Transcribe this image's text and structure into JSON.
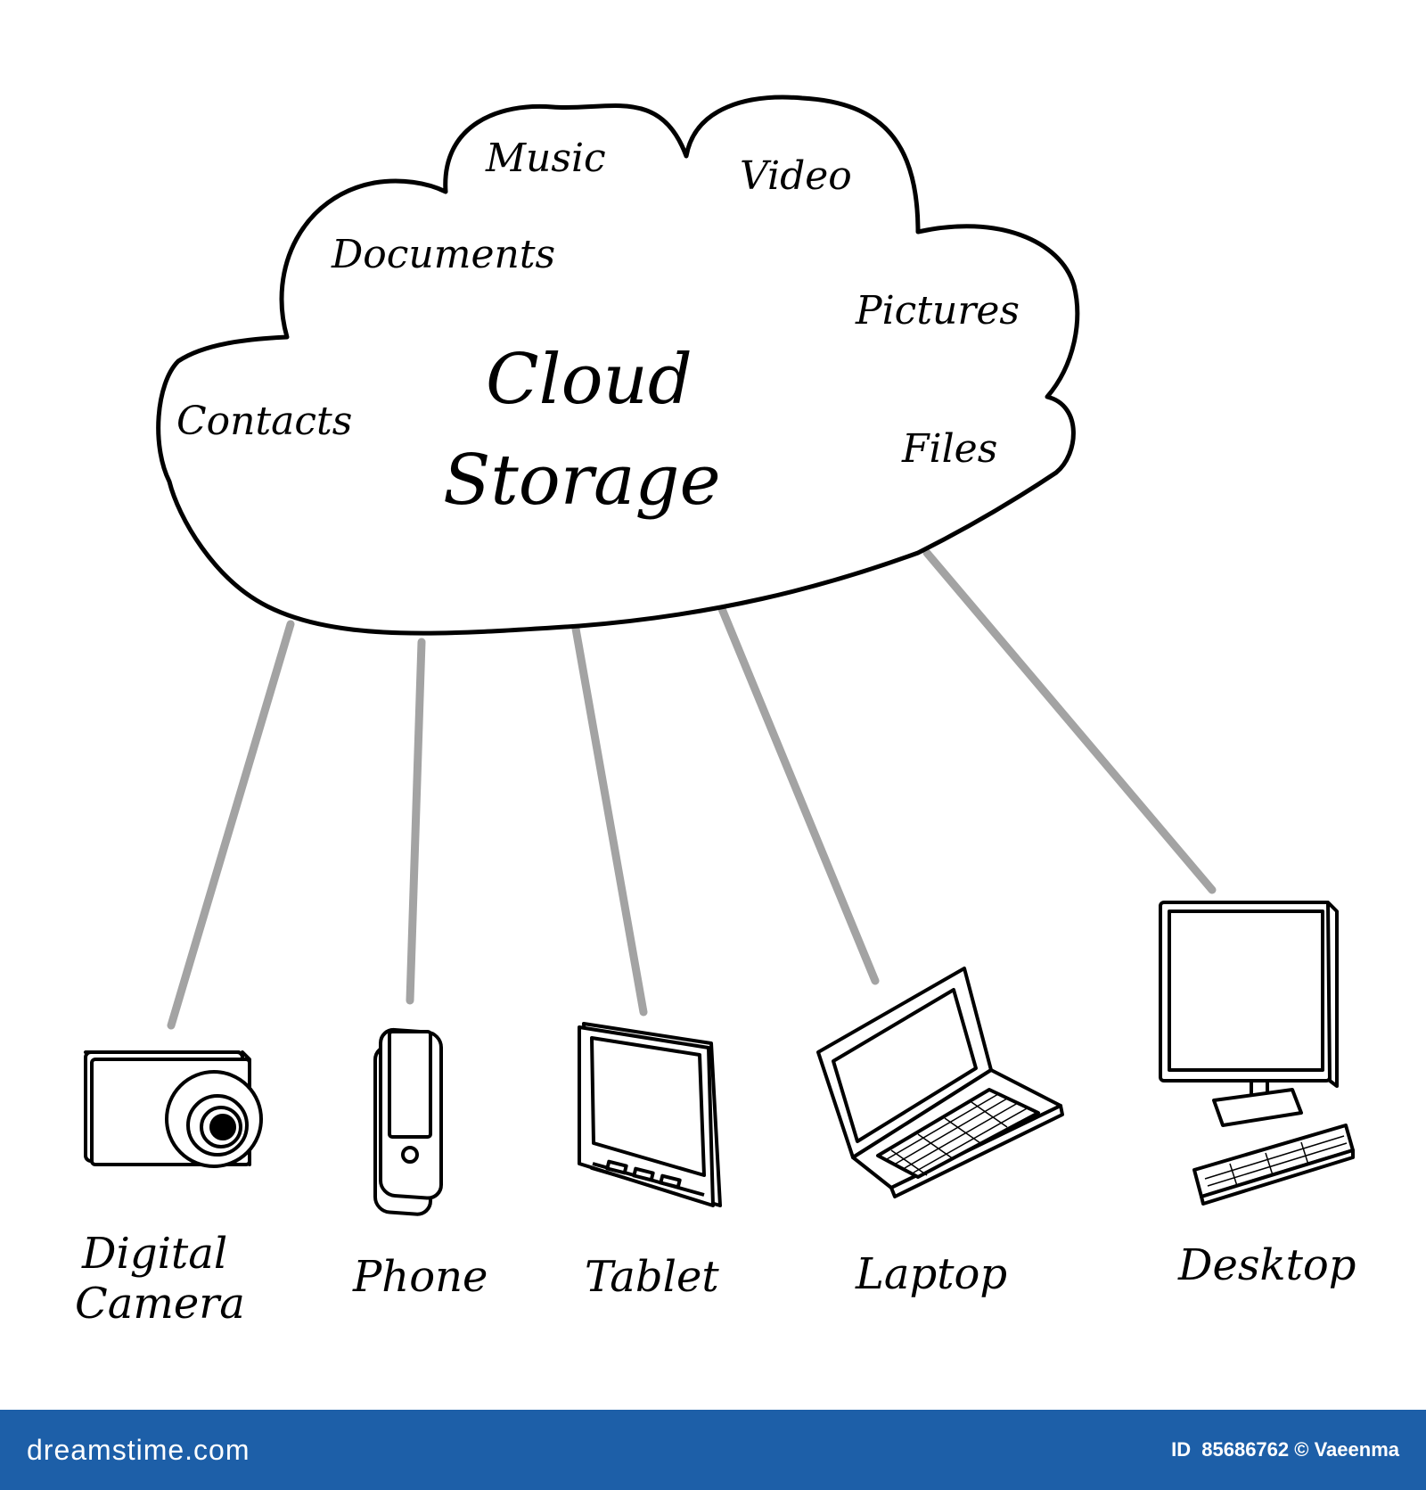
{
  "diagram": {
    "title_line1": "Cloud",
    "title_line2": "Storage",
    "contents": [
      {
        "label": "Music"
      },
      {
        "label": "Video"
      },
      {
        "label": "Documents"
      },
      {
        "label": "Pictures"
      },
      {
        "label": "Contacts"
      },
      {
        "label": "Files"
      }
    ],
    "devices": [
      {
        "label_line1": "Digital",
        "label_line2": "Camera",
        "icon": "camera-icon"
      },
      {
        "label_line1": "Phone",
        "icon": "phone-icon"
      },
      {
        "label_line1": "Tablet",
        "icon": "tablet-icon"
      },
      {
        "label_line1": "Laptop",
        "icon": "laptop-icon"
      },
      {
        "label_line1": "Desktop",
        "icon": "desktop-icon"
      }
    ],
    "line_color": "#a3a3a3",
    "outline_color": "#000000"
  },
  "footer": {
    "brand": "dreamstime.com",
    "id_label": "ID",
    "id_number": "85686762",
    "copyright": "© Vaeenma",
    "background": "#1d5fa8"
  }
}
